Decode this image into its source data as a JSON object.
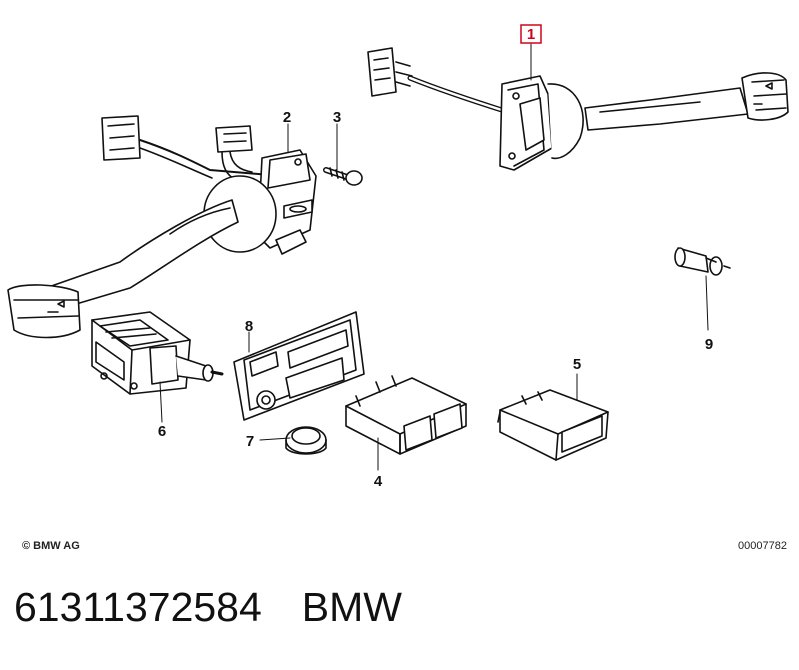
{
  "callouts": {
    "c1": "1",
    "c2": "2",
    "c3": "3",
    "c4": "4",
    "c5": "5",
    "c6": "6",
    "c7": "7",
    "c8": "8",
    "c9": "9"
  },
  "highlight_color": "#d0021b",
  "copyright": "© BMW AG",
  "diagram_id": "00007782",
  "part_number": "61311372584",
  "brand": "BMW"
}
